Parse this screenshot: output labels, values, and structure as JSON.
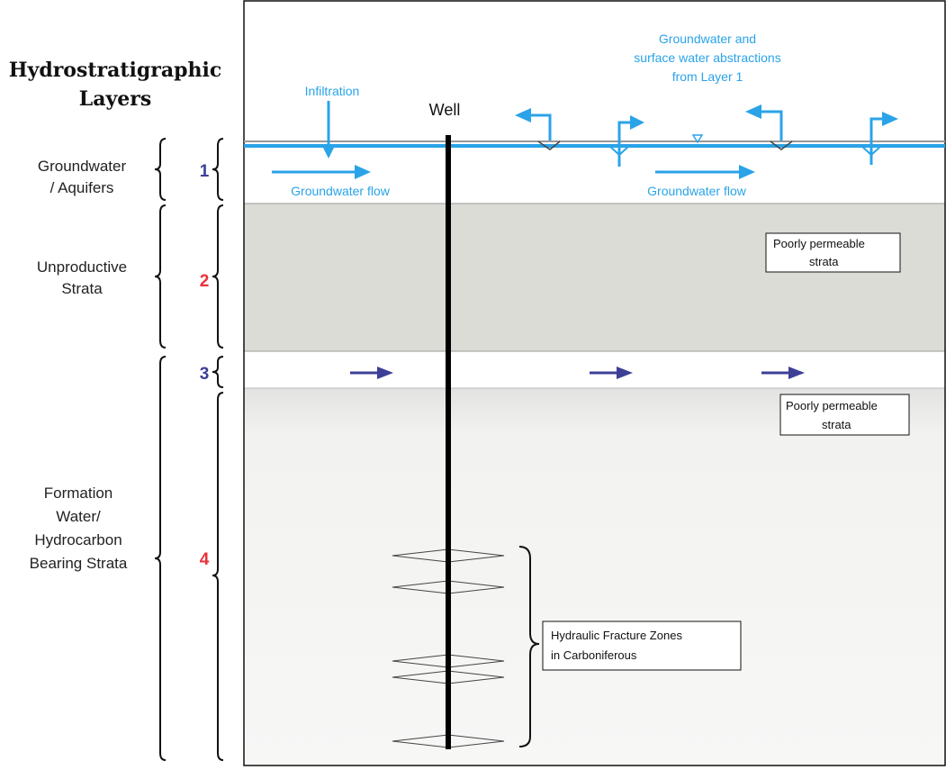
{
  "title_line1": "Hydrostratigraphic",
  "title_line2": "Layers",
  "layers": [
    {
      "number": "1",
      "color": "#3d3f97",
      "label_lines": [
        "Groundwater",
        "/ Aquifers"
      ]
    },
    {
      "number": "2",
      "color": "#e8323a",
      "label_lines": [
        "Unproductive",
        "Strata"
      ]
    },
    {
      "number": "3",
      "color": "#3d3f97",
      "label_lines": []
    },
    {
      "number": "4",
      "color": "#e8323a",
      "label_lines": [
        "Formation",
        "Water/",
        "Hydrocarbon",
        "Bearing Strata"
      ]
    }
  ],
  "infiltration": "Infiltration",
  "abstractions_lines": [
    "Groundwater and",
    "surface water abstractions",
    "from Layer 1"
  ],
  "well_label": "Well",
  "flow_left": "Groundwater flow",
  "flow_right": "Groundwater flow",
  "box_layer2_lines": [
    "Poorly permeable",
    "strata"
  ],
  "box_layer4_lines": [
    "Poorly permeable",
    "strata"
  ],
  "fracture_box_lines": [
    "Hydraulic Fracture Zones",
    "in Carboniferous"
  ],
  "colors": {
    "water_blue": "#2aa3e8",
    "layer2_grey": "#dcdcd6",
    "flow_arrow_purple": "#3d3f97"
  }
}
